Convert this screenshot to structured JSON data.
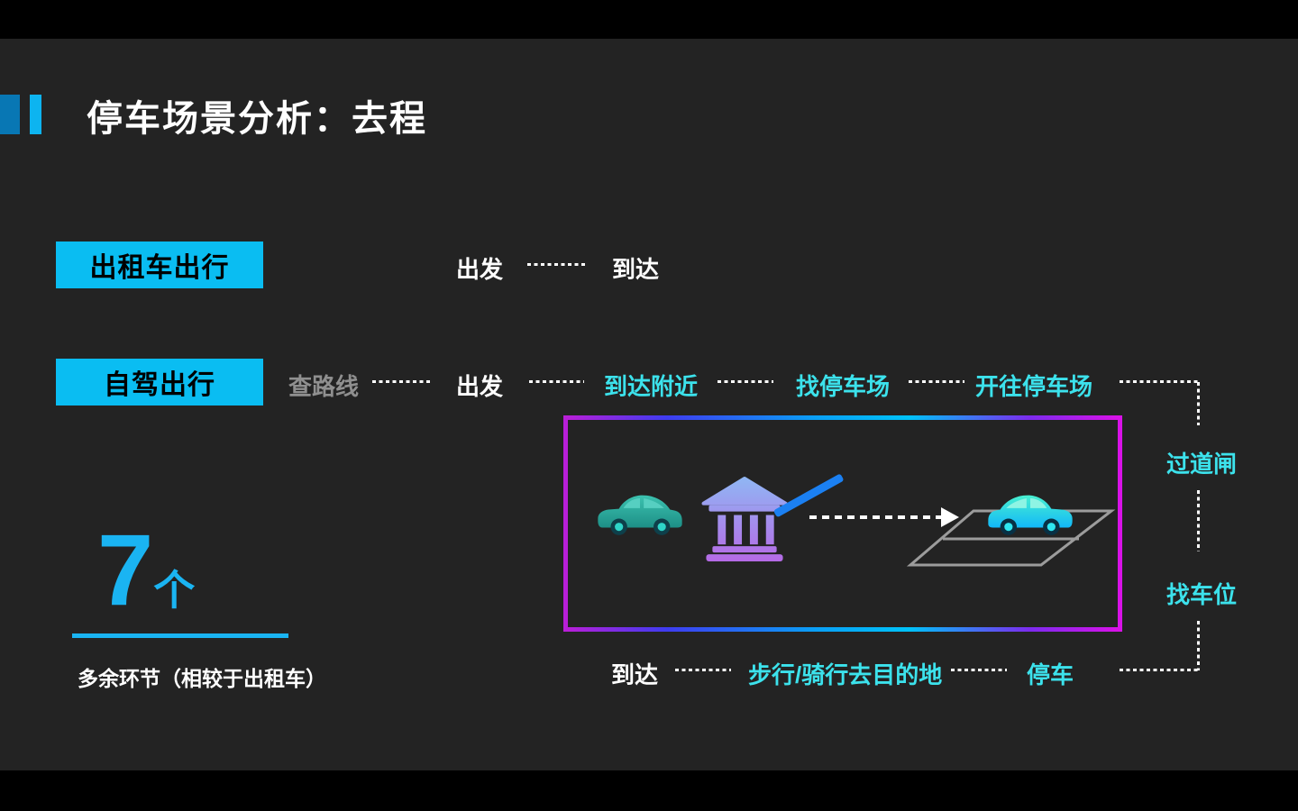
{
  "title": "停车场景分析：去程",
  "colors": {
    "slide_bg": "#232323",
    "accent_dark": "#0877b4",
    "accent_light": "#0db4f0",
    "button_cyan": "#0abdf2",
    "cyan_text": "#3ce2ec",
    "gray_text": "#8f8f8f",
    "stat_blue": "#1ab4f2",
    "barrier_blue": "#1b80f2",
    "box_border_gradient": [
      "#b91fd8",
      "#0a9ff5",
      "#00c2f8",
      "#d912e8"
    ]
  },
  "taxi_row": {
    "button": "出租车出行",
    "step1": "出发",
    "step2": "到达"
  },
  "drive_row": {
    "button": "自驾出行",
    "step1": "查路线",
    "step2": "出发",
    "step3": "到达附近",
    "step4": "找停车场",
    "step5": "开往停车场"
  },
  "right_path": {
    "step1": "过道闸",
    "step2": "找车位"
  },
  "bottom_row": {
    "step1": "到达",
    "step2": "步行/骑行去目的地",
    "step3": "停车"
  },
  "stat": {
    "number": "7",
    "unit": "个",
    "caption": "多余环节（相较于出租车）"
  },
  "icons": {
    "teal_car": "approaching-car-icon",
    "gate": "toll-gate-building-icon",
    "barrier": "barrier-arm-icon",
    "arrow": "dashed-arrow-icon",
    "parking": "parking-space-icon",
    "cyan_car": "parked-car-icon"
  }
}
